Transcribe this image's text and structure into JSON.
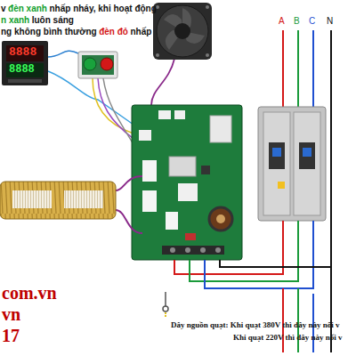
{
  "diagram": {
    "labels": [
      "v",
      "đèn xanh",
      "nhấp nháy, khi hoạt động",
      "n xanh",
      "luôn sáng",
      "ng không bình thường",
      "đèn đỏ",
      "nhấp",
      "8888",
      "8888",
      "A",
      "B",
      "C",
      "N",
      "com.vn",
      "vn",
      "17",
      "Dây nguồn quạt: Khi quạt 380V thì dây này nối v",
      "Khi quạt 220V thì dây này nối v"
    ]
  }
}
